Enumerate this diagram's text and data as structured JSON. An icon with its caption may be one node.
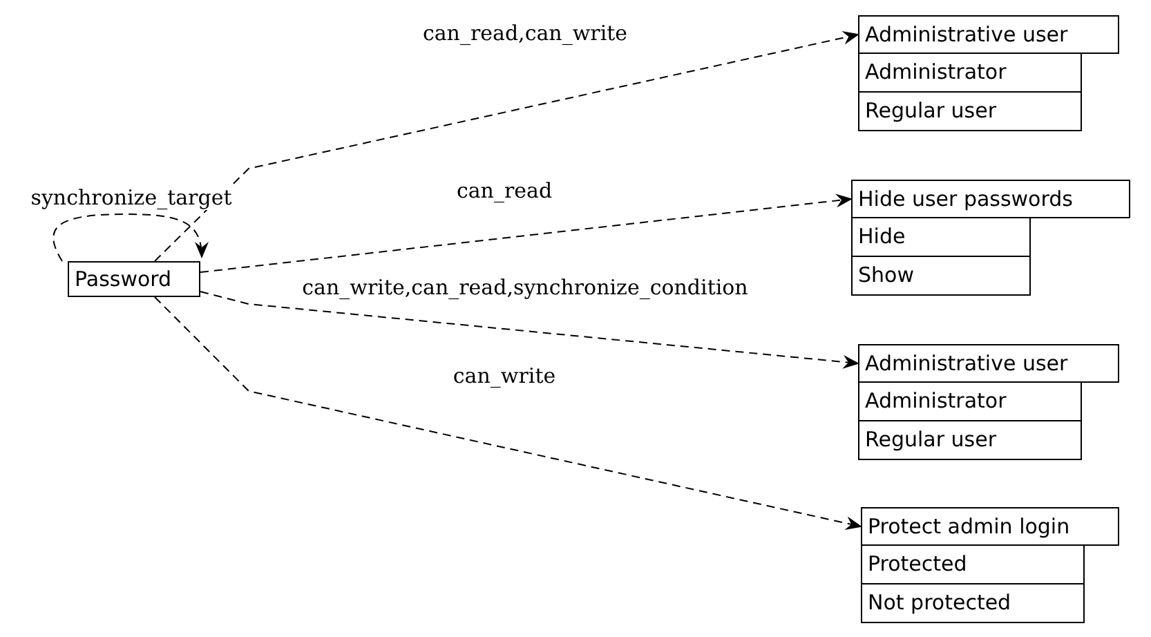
{
  "diagram": {
    "nodes": [
      {
        "text": [
          "Password"
        ]
      },
      {
        "text": [
          "Administrative user"
        ]
      },
      {
        "text": [
          "Administrator"
        ]
      },
      {
        "text": [
          "Regular user"
        ]
      },
      {
        "text": [
          "Hide user passwords"
        ]
      },
      {
        "text": [
          "Hide"
        ]
      },
      {
        "text": [
          "Show"
        ]
      },
      {
        "text": [
          "Administrative user"
        ]
      },
      {
        "text": [
          "Administrator"
        ]
      },
      {
        "text": [
          "Regular user"
        ]
      },
      {
        "text": [
          "Protect admin login"
        ]
      },
      {
        "text": [
          "Protected"
        ]
      },
      {
        "text": [
          "Not protected"
        ]
      }
    ],
    "edges": [
      {
        "from": 0,
        "to": 0,
        "arrow": "to",
        "label": "synchronize_target",
        "style": "dashed"
      },
      {
        "from": 0,
        "to": 1,
        "arrow": "to",
        "label": "can_read,can_write",
        "style": "dashed"
      },
      {
        "from": 0,
        "to": 4,
        "arrow": "to",
        "label": "can_read",
        "style": "dashed"
      },
      {
        "from": 0,
        "to": 7,
        "arrow": "to",
        "label": "can_write,can_read,synchronize_condition",
        "style": "dashed"
      },
      {
        "from": 0,
        "to": 10,
        "arrow": "to",
        "label": "can_write",
        "style": "dashed"
      }
    ]
  }
}
